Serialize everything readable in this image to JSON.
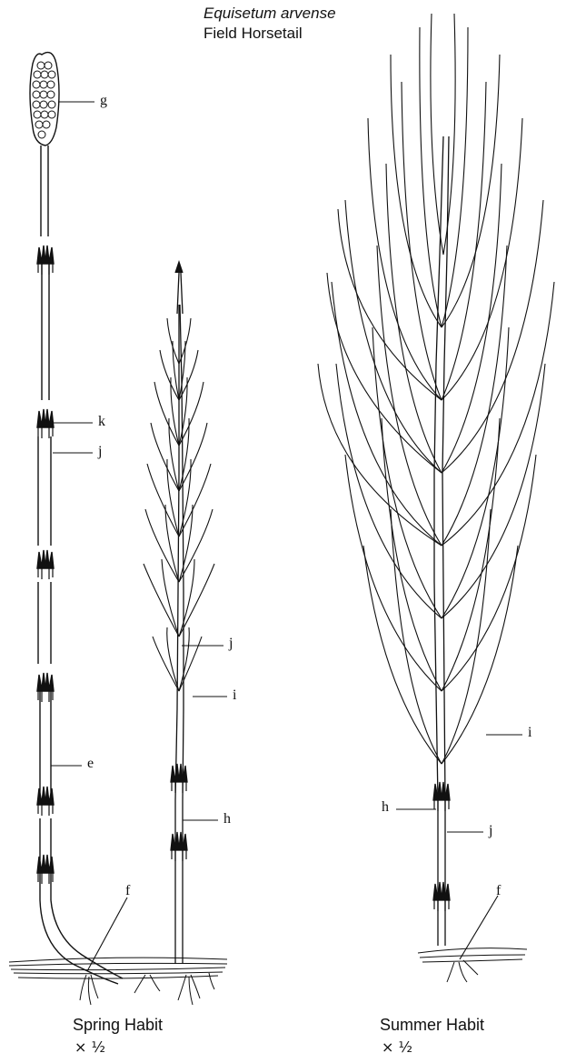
{
  "title": {
    "scientific_name": "Equisetum arvense",
    "common_name": "Field Horsetail"
  },
  "labels": {
    "fertile_stem": {
      "g": "g",
      "k": "k",
      "j": "j",
      "e": "e",
      "f": "f"
    },
    "young_shoot": {
      "j": "j",
      "i": "i",
      "h": "h"
    },
    "summer_plant": {
      "i": "i",
      "h": "h",
      "j": "j",
      "f": "f"
    }
  },
  "captions": {
    "spring": {
      "label": "Spring Habit",
      "scale": "× ½"
    },
    "summer": {
      "label": "Summer Habit",
      "scale": "× ½"
    }
  }
}
